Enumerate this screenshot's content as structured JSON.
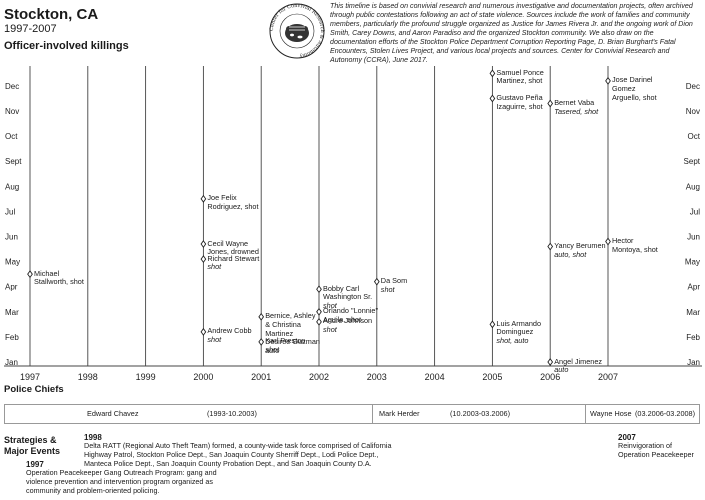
{
  "header": {
    "title": "Stockton, CA",
    "years": "1997-2007",
    "subtitle": "Officer-involved killings",
    "intro": "This timeline is based on convivial research and numerous investigative and documentation projects, often archived through public contestations following an act of state violence. Sources include the work of families and community members, particularly the profound struggle organized as Justice for James Rivera Jr. and the ongoing work of Dion Smith, Carey Downs, and Aaron Paradiso and the organized Stockton community. We also draw on the documentation efforts of the Stockton Police Department Corruption Reporting Page, D. Brian Burghart's Fatal Encounters, Stolen Lives Project, and various local projects and sources. Center for Convivial Research and Autonomy (CCRA), June 2017.",
    "logo_text": "Center for Convivial Research & Autonomy",
    "logo_icon": "fist-icon"
  },
  "months": [
    "Jan",
    "Feb",
    "Mar",
    "Apr",
    "May",
    "Jun",
    "Jul",
    "Aug",
    "Sept",
    "Oct",
    "Nov",
    "Dec"
  ],
  "years": [
    "1997",
    "1998",
    "1999",
    "2000",
    "2001",
    "2002",
    "2003",
    "2004",
    "2005",
    "2006",
    "2007"
  ],
  "events": [
    {
      "year": 1997,
      "month": 4.5,
      "lines": [
        "Michael",
        "Stallworth, shot"
      ],
      "note": ""
    },
    {
      "year": 2000,
      "month": 7.5,
      "lines": [
        "Joe Felix",
        "Rodriguez, shot"
      ],
      "note": ""
    },
    {
      "year": 2000,
      "month": 5.7,
      "lines": [
        "Cecil Wayne",
        "Jones, drowned"
      ],
      "note": ""
    },
    {
      "year": 2000,
      "month": 5.1,
      "lines": [
        "Richard Stewart"
      ],
      "note": "shot"
    },
    {
      "year": 2000,
      "month": 2.2,
      "lines": [
        "Andrew Cobb"
      ],
      "note": "shot"
    },
    {
      "year": 2001,
      "month": 2.8,
      "lines": [
        "Bernice, Ashley",
        "& Christina",
        "Martinez",
        "Desiree Guzman"
      ],
      "note": "auto"
    },
    {
      "year": 2001,
      "month": 1.8,
      "lines": [
        "Karl Preston"
      ],
      "note": "shot"
    },
    {
      "year": 2002,
      "month": 3.9,
      "lines": [
        "Bobby Carl",
        "Washington Sr."
      ],
      "note": "shot"
    },
    {
      "year": 2002,
      "month": 3.0,
      "lines": [
        "Orlando \"Lonnie\"",
        "Aguila, shot"
      ],
      "note": ""
    },
    {
      "year": 2002,
      "month": 2.6,
      "lines": [
        "Andre Johnson"
      ],
      "note": "shot"
    },
    {
      "year": 2003,
      "month": 4.2,
      "lines": [
        "Da Som"
      ],
      "note": "shot"
    },
    {
      "year": 2005,
      "month": 12.5,
      "lines": [
        "Samuel Ponce",
        "Martinez, shot"
      ],
      "note": ""
    },
    {
      "year": 2005,
      "month": 11.5,
      "lines": [
        "Gustavo Peña",
        "Izaguirre, shot"
      ],
      "note": ""
    },
    {
      "year": 2005,
      "month": 2.5,
      "lines": [
        "Luis Armando",
        "Dominguez"
      ],
      "note": "shot, auto"
    },
    {
      "year": 2006,
      "month": 11.3,
      "lines": [
        "Bernet Vaba"
      ],
      "note": "Tasered, shot"
    },
    {
      "year": 2006,
      "month": 5.6,
      "lines": [
        "Yancy Berumen"
      ],
      "note": "auto, shot"
    },
    {
      "year": 2006,
      "month": 1.0,
      "lines": [
        "Angel Jimenez"
      ],
      "note": "auto"
    },
    {
      "year": 2007,
      "month": 12.2,
      "lines": [
        "Jose Darinel",
        "Gomez",
        "Arguello, shot"
      ],
      "note": ""
    },
    {
      "year": 2007,
      "month": 5.8,
      "lines": [
        "Hector",
        "Montoya, shot"
      ],
      "note": ""
    }
  ],
  "chiefs": {
    "heading": "Police Chiefs",
    "items": [
      {
        "name": "Edward Chavez",
        "term": "(1993-10.2003)"
      },
      {
        "name": "Mark Herder",
        "term": "(10.2003-03.2006)"
      },
      {
        "name": "Wayne Hose",
        "term": "(03.2006-03.2008)"
      }
    ]
  },
  "strategies": {
    "heading": "Strategies & Major Events",
    "items": [
      {
        "year": "1998",
        "text": "Delta RATT (Regional Auto Theft Team) formed, a county-wide task force comprised of California Highway Patrol, Stockton Police Dept., San Joaquin County Sherriff Dept., Lodi Police Dept., Manteca Police Dept., San Joaquin County Probation Dept., and San Joaquin County D.A."
      },
      {
        "year": "1997",
        "text": "Operation Peacekeeper Gang Outreach Program: gang and violence prevention and intervention program organized as community and problem-oriented policing."
      },
      {
        "year": "2007",
        "text": "Reinvigoration of Operation Peacekeeper"
      }
    ]
  }
}
